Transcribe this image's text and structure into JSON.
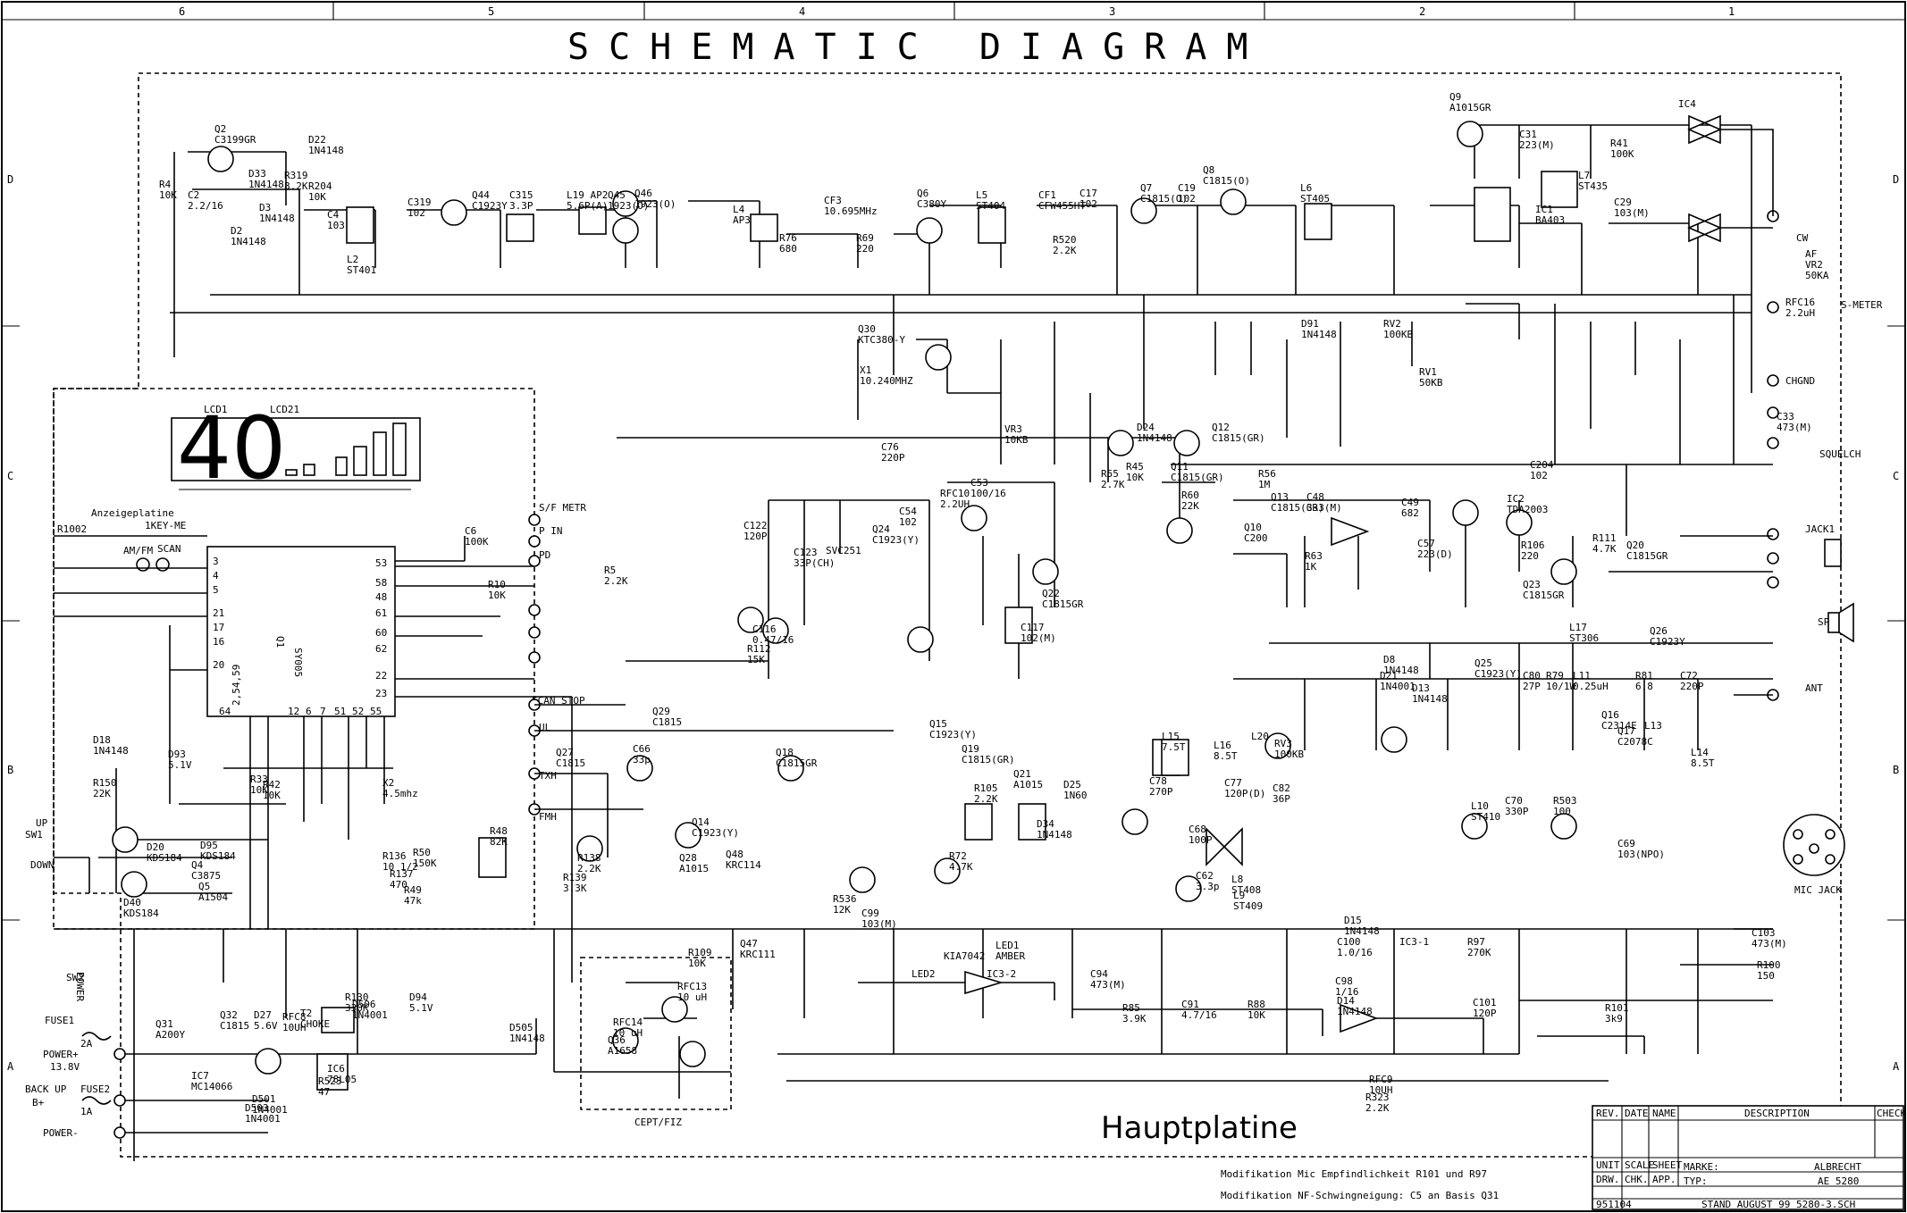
{
  "title": "SCHEMATIC DIAGRAM",
  "board_label": "Hauptplatine",
  "grid_columns": [
    "6",
    "5",
    "4",
    "3",
    "2",
    "1"
  ],
  "grid_rows": [
    "D",
    "C",
    "B",
    "A"
  ],
  "lcd": {
    "digits": "40",
    "label1": "LCD1",
    "label2": "LCD21",
    "panel_label": "Anzeigeplatine"
  },
  "main_ic": {
    "name": "SY005",
    "ref": "Q1",
    "left_pins": [
      "3",
      "4",
      "5",
      "21",
      "17",
      "16",
      "20"
    ],
    "right_pins": [
      "53",
      "58",
      "48",
      "61",
      "60",
      "62",
      "22",
      "23"
    ],
    "bottom_pins": [
      "64",
      "2,54,59",
      "12",
      "6",
      "7",
      "51",
      "52",
      "55"
    ]
  },
  "connectors": {
    "sf_metr": "S/F METR",
    "p_in": "P IN",
    "pd": "PD",
    "scan_stop": "SCAN STOP",
    "ul": "UL",
    "txh": "TXH",
    "fmh": "FMH",
    "s_meter": "S-METER",
    "squelch": "SQUELCH",
    "jack1": "JACK1",
    "spk": "SPK",
    "ant": "ANT",
    "mic_jack": "MIC JACK",
    "af": "AF",
    "chgnd": "CHGND",
    "cw": "CW"
  },
  "key_labels": {
    "r1002": "R1002",
    "key_me": "1KEY-ME",
    "am_fm": "AM/FM",
    "scan": "SCAN",
    "up": "UP",
    "sw1": "SW1",
    "down": "DOWN",
    "sw2": "SW2",
    "power": "POWER"
  },
  "power": {
    "fuse1": "FUSE1",
    "fuse1_rating": "2A",
    "fuse2": "FUSE2",
    "fuse2_rating": "1A",
    "power_plus": "POWER+",
    "voltage": "13.8V",
    "backup": "BACK UP",
    "b_plus": "B+",
    "power_minus": "POWER-"
  },
  "components": [
    {
      "ref": "Q2",
      "value": "C3199GR"
    },
    {
      "ref": "R4",
      "value": "10K"
    },
    {
      "ref": "C2",
      "value": "2.2/16"
    },
    {
      "ref": "D22",
      "value": "1N4148"
    },
    {
      "ref": "R319",
      "value": "8.2K"
    },
    {
      "ref": "R204",
      "value": "10K"
    },
    {
      "ref": "D33",
      "value": "1N4148"
    },
    {
      "ref": "D2",
      "value": "1N4148"
    },
    {
      "ref": "D3",
      "value": "1N4148"
    },
    {
      "ref": "C4",
      "value": "103"
    },
    {
      "ref": "L2",
      "value": "ST401"
    },
    {
      "ref": "C319",
      "value": "102"
    },
    {
      "ref": "Q44",
      "value": "C1923Y"
    },
    {
      "ref": "C315",
      "value": "3.3P"
    },
    {
      "ref": "L19 AP2",
      "value": "5.6P(A)"
    },
    {
      "ref": "Q45",
      "value": "1923(O)"
    },
    {
      "ref": "Q46",
      "value": "1923(O)"
    },
    {
      "ref": "CF3",
      "value": "10.695MHz"
    },
    {
      "ref": "R76",
      "value": "680"
    },
    {
      "ref": "R69",
      "value": "220"
    },
    {
      "ref": "L4",
      "value": "AP3"
    },
    {
      "ref": "Q6",
      "value": "C380Y"
    },
    {
      "ref": "L5",
      "value": "ST404"
    },
    {
      "ref": "CF1",
      "value": "CFW455HT"
    },
    {
      "ref": "R520",
      "value": "2.2K"
    },
    {
      "ref": "C17",
      "value": "102"
    },
    {
      "ref": "Q7",
      "value": "C1815(O)"
    },
    {
      "ref": "C19",
      "value": "102"
    },
    {
      "ref": "Q8",
      "value": "C1815(O)"
    },
    {
      "ref": "L6",
      "value": "ST405"
    },
    {
      "ref": "Q9",
      "value": "A1015GR"
    },
    {
      "ref": "C31",
      "value": "223(M)"
    },
    {
      "ref": "R41",
      "value": "100K"
    },
    {
      "ref": "IC4",
      "value": ""
    },
    {
      "ref": "IC1",
      "value": "BA403"
    },
    {
      "ref": "L7",
      "value": "ST435"
    },
    {
      "ref": "C29",
      "value": "103(M)"
    },
    {
      "ref": "VR2",
      "value": "50KA"
    },
    {
      "ref": "RFC16",
      "value": "2.2uH"
    },
    {
      "ref": "Q30",
      "value": "KTC380-Y"
    },
    {
      "ref": "X1",
      "value": "10.240MHZ"
    },
    {
      "ref": "C76",
      "value": "220P"
    },
    {
      "ref": "D91",
      "value": "1N4148"
    },
    {
      "ref": "RV2",
      "value": "100KB"
    },
    {
      "ref": "RV1",
      "value": "50KB"
    },
    {
      "ref": "C33",
      "value": "473(M)"
    },
    {
      "ref": "VR3",
      "value": "10KB"
    },
    {
      "ref": "D24",
      "value": "1N4148"
    },
    {
      "ref": "R55",
      "value": "2.7K"
    },
    {
      "ref": "Q12",
      "value": "C1815(GR)"
    },
    {
      "ref": "Q11",
      "value": "C1815(GR)"
    },
    {
      "ref": "R60",
      "value": "22K"
    },
    {
      "ref": "R45",
      "value": "10K"
    },
    {
      "ref": "R56",
      "value": "1M"
    },
    {
      "ref": "C204",
      "value": "102"
    },
    {
      "ref": "IC2",
      "value": "TDA2003"
    },
    {
      "ref": "Q10",
      "value": "C200"
    },
    {
      "ref": "Q13",
      "value": "C1815(GR)"
    },
    {
      "ref": "C48",
      "value": "333(M)"
    },
    {
      "ref": "R63",
      "value": "1K"
    },
    {
      "ref": "C49",
      "value": "682"
    },
    {
      "ref": "C57",
      "value": "223(D)"
    },
    {
      "ref": "R106",
      "value": "220"
    },
    {
      "ref": "R111",
      "value": "4.7K"
    },
    {
      "ref": "Q20",
      "value": "C1815GR"
    },
    {
      "ref": "C53",
      "value": "100/16"
    },
    {
      "ref": "RFC10",
      "value": "2.2UH"
    },
    {
      "ref": "C54",
      "value": "102"
    },
    {
      "ref": "Q24",
      "value": "C1923(Y)"
    },
    {
      "ref": "C122",
      "value": "120P"
    },
    {
      "ref": "C123",
      "value": "33P(CH)"
    },
    {
      "ref": "SVC251",
      "value": ""
    },
    {
      "ref": "C116",
      "value": "0.47/16"
    },
    {
      "ref": "R112",
      "value": "15K"
    },
    {
      "ref": "C117",
      "value": "102(M)"
    },
    {
      "ref": "Q22",
      "value": "C1815GR"
    },
    {
      "ref": "Q23",
      "value": "C1815GR"
    },
    {
      "ref": "Q26",
      "value": "C1923Y"
    },
    {
      "ref": "L17",
      "value": "ST306"
    },
    {
      "ref": "Q25",
      "value": "C1923(Y)"
    },
    {
      "ref": "D8",
      "value": "1N4148"
    },
    {
      "ref": "D21",
      "value": "1N4001"
    },
    {
      "ref": "D13",
      "value": "1N4148"
    },
    {
      "ref": "RV3",
      "value": "100KB"
    },
    {
      "ref": "C80",
      "value": "27P"
    },
    {
      "ref": "R79",
      "value": "10/1W"
    },
    {
      "ref": "L11",
      "value": "0.25uH"
    },
    {
      "ref": "R81",
      "value": "6.8"
    },
    {
      "ref": "C72",
      "value": "220P"
    },
    {
      "ref": "Q16",
      "value": "C2314E"
    },
    {
      "ref": "Q17",
      "value": "C2078C"
    },
    {
      "ref": "L13",
      "value": ""
    },
    {
      "ref": "L14",
      "value": "8.5T"
    },
    {
      "ref": "L15",
      "value": "7.5T"
    },
    {
      "ref": "L16",
      "value": "8.5T"
    },
    {
      "ref": "L20",
      "value": ""
    },
    {
      "ref": "C77",
      "value": "120P(D)"
    },
    {
      "ref": "C78",
      "value": "270P"
    },
    {
      "ref": "C82",
      "value": "36P"
    },
    {
      "ref": "C68",
      "value": "100P"
    },
    {
      "ref": "L10",
      "value": "ST410"
    },
    {
      "ref": "C70",
      "value": "330P"
    },
    {
      "ref": "R503",
      "value": "100"
    },
    {
      "ref": "C69",
      "value": "103(NPO)"
    },
    {
      "ref": "Q15",
      "value": "C1923(Y)"
    },
    {
      "ref": "Q19",
      "value": "C1815(GR)"
    },
    {
      "ref": "R105",
      "value": "2.2K"
    },
    {
      "ref": "Q21",
      "value": "A1015"
    },
    {
      "ref": "D34",
      "value": "1N4148"
    },
    {
      "ref": "D25",
      "value": "1N60"
    },
    {
      "ref": "R72",
      "value": "4.7K"
    },
    {
      "ref": "C62",
      "value": "3.3p"
    },
    {
      "ref": "L8",
      "value": "ST408"
    },
    {
      "ref": "L9",
      "value": "ST409"
    },
    {
      "ref": "C66",
      "value": "33p"
    },
    {
      "ref": "Q14",
      "value": "C1923(Y)"
    },
    {
      "ref": "Q18",
      "value": "C1815GR"
    },
    {
      "ref": "R536",
      "value": "12K"
    },
    {
      "ref": "C99",
      "value": "103(M)"
    },
    {
      "ref": "Q27",
      "value": "C1815"
    },
    {
      "ref": "Q28",
      "value": "A1015"
    },
    {
      "ref": "Q47",
      "value": "KRC111"
    },
    {
      "ref": "Q48",
      "value": "KRC114"
    },
    {
      "ref": "Q29",
      "value": "C1815"
    },
    {
      "ref": "D93",
      "value": "5.1V"
    },
    {
      "ref": "D18",
      "value": "1N4148"
    },
    {
      "ref": "R150",
      "value": "22K"
    },
    {
      "ref": "X2",
      "value": "4.5mhz"
    },
    {
      "ref": "D20",
      "value": "KDS184"
    },
    {
      "ref": "D40",
      "value": "KDS184"
    },
    {
      "ref": "D95",
      "value": "KDS184"
    },
    {
      "ref": "Q4",
      "value": "C3875"
    },
    {
      "ref": "Q5",
      "value": "A1504"
    },
    {
      "ref": "R48",
      "value": "82K"
    },
    {
      "ref": "R50",
      "value": "150K"
    },
    {
      "ref": "R49",
      "value": "47k"
    },
    {
      "ref": "KIA7042",
      "value": ""
    },
    {
      "ref": "LED1",
      "value": "AMBER"
    },
    {
      "ref": "LED2",
      "value": ""
    },
    {
      "ref": "IC3-2",
      "value": ""
    },
    {
      "ref": "C94",
      "value": "473(M)"
    },
    {
      "ref": "R85",
      "value": "3.9K"
    },
    {
      "ref": "C91",
      "value": "4.7/16"
    },
    {
      "ref": "R88",
      "value": "10K"
    },
    {
      "ref": "C98",
      "value": "1/16"
    },
    {
      "ref": "D14",
      "value": "1N4148"
    },
    {
      "ref": "D15",
      "value": "1N4148"
    },
    {
      "ref": "C100",
      "value": "1.0/16"
    },
    {
      "ref": "IC3-1",
      "value": ""
    },
    {
      "ref": "R97",
      "value": "270K"
    },
    {
      "ref": "C101",
      "value": "120P"
    },
    {
      "ref": "R101",
      "value": "3k9"
    },
    {
      "ref": "C103",
      "value": "473(M)"
    },
    {
      "ref": "R100",
      "value": "150"
    },
    {
      "ref": "R109",
      "value": "10K"
    },
    {
      "ref": "RFC13",
      "value": "10 uH"
    },
    {
      "ref": "RFC14",
      "value": "10 uH"
    },
    {
      "ref": "Q36",
      "value": "A1658"
    },
    {
      "ref": "Q31",
      "value": "A200Y"
    },
    {
      "ref": "Q32",
      "value": "C1815"
    },
    {
      "ref": "D27",
      "value": "5.6V"
    },
    {
      "ref": "RFC8",
      "value": "10UH"
    },
    {
      "ref": "T2",
      "value": "CHOKE"
    },
    {
      "ref": "D506",
      "value": "1N4001"
    },
    {
      "ref": "R130",
      "value": "330K"
    },
    {
      "ref": "D94",
      "value": "5.1V"
    },
    {
      "ref": "D505",
      "value": "1N4148"
    },
    {
      "ref": "IC6",
      "value": "78L05"
    },
    {
      "ref": "R523",
      "value": "47"
    },
    {
      "ref": "IC7",
      "value": "MC14066"
    },
    {
      "ref": "D501",
      "value": "1N4001"
    },
    {
      "ref": "D503",
      "value": "1N4001"
    },
    {
      "ref": "RFC9",
      "value": "10UH"
    },
    {
      "ref": "R323",
      "value": "2.2K"
    },
    {
      "ref": "R5",
      "value": "2.2K"
    },
    {
      "ref": "R10",
      "value": "10K"
    },
    {
      "ref": "C6",
      "value": "100K"
    },
    {
      "ref": "R33",
      "value": "10K"
    },
    {
      "ref": "R42",
      "value": "10K"
    },
    {
      "ref": "R136",
      "value": "10 1/2"
    },
    {
      "ref": "R137",
      "value": "470"
    },
    {
      "ref": "R138",
      "value": "2.2K"
    },
    {
      "ref": "R139",
      "value": "3.3K"
    }
  ],
  "sub_boards": {
    "cept": "CEPT/FIZ"
  },
  "notes": [
    "Modifikation Mic Empfindlichkeit R101 und R97",
    "Modifikation NF-Schwingneigung: C5 an Basis Q31"
  ],
  "title_block": {
    "headers": [
      "REV.",
      "DATE",
      "NAME",
      "DESCRIPTION",
      "CHECK"
    ],
    "unit": "UNIT",
    "scale": "SCALE",
    "sheet": "SHEET",
    "drw": "DRW.",
    "chk": "CHK.",
    "app": "APP.",
    "marke_label": "MARKE:",
    "marke_value": "ALBRECHT",
    "typ_label": "TYP:",
    "typ_value": "AE 5280",
    "stand": "STAND AUGUST 99 5280-3.SCH",
    "doc_no": "951104"
  }
}
